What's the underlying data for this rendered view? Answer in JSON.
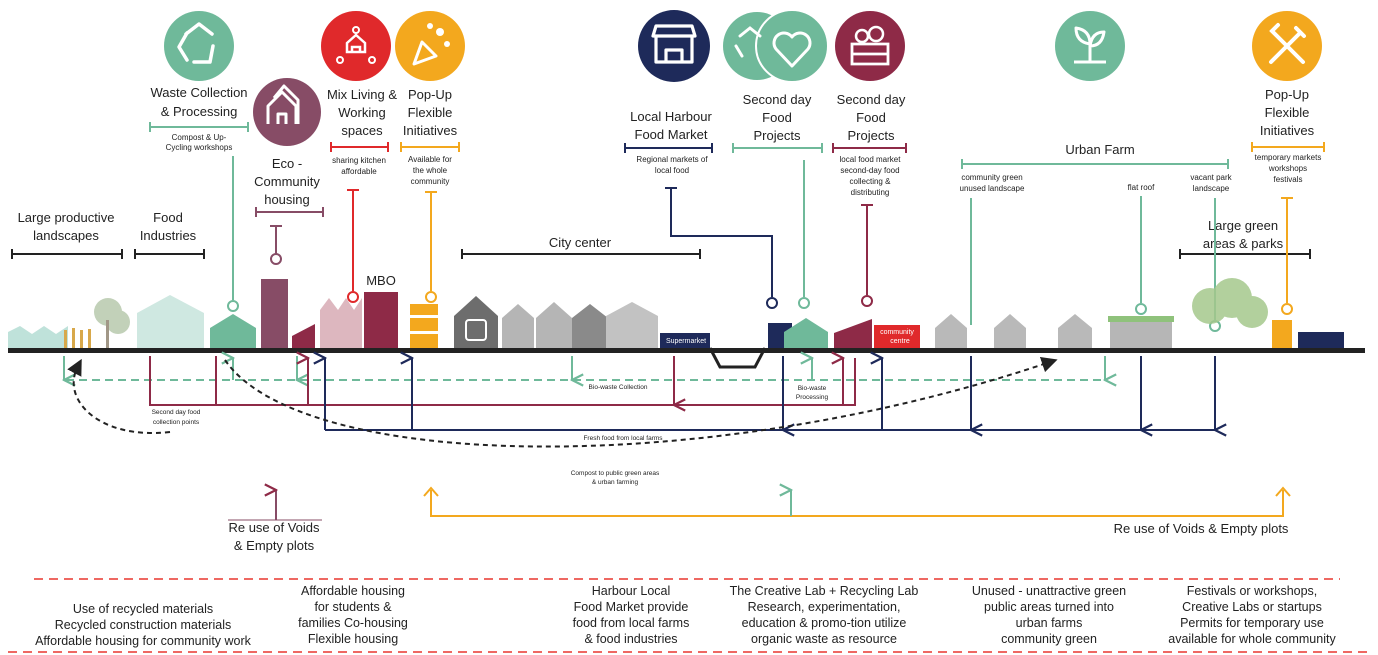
{
  "colors": {
    "green": "#6fb99a",
    "maroon": "#8e2a47",
    "red": "#e0292b",
    "yellow": "#f3a81e",
    "navy": "#1e2a5a",
    "plum": "#874c66",
    "dashed_red": "#e8372f"
  },
  "icons": {
    "waste": "recycle-icon",
    "eco": "house-icon",
    "mix": "house-network-icon",
    "popup": "party-popper-icon",
    "market": "market-stall-icon",
    "second_day": "recycle-heart-icon",
    "second_day_b": "vegetable-crate-icon",
    "urban_farm": "sprout-icon",
    "popup_right": "tools-icon"
  },
  "labels": {
    "waste_title": [
      "Waste Collection",
      "& Processing"
    ],
    "waste_sub": [
      "Compost & Up-",
      "Cycling workshops"
    ],
    "eco_title": [
      "Eco -",
      "Community",
      "housing"
    ],
    "mix_title": [
      "Mix Living &",
      "Working",
      "spaces"
    ],
    "mix_sub": [
      "sharing kitchen",
      "affordable"
    ],
    "popup_title": [
      "Pop-Up",
      "Flexible",
      "Initiatives"
    ],
    "popup_sub": [
      "Available for",
      "the whole",
      "community"
    ],
    "large_prod": [
      "Large productive",
      "landscapes"
    ],
    "food_ind": [
      "Food",
      "Industries"
    ],
    "mbo": "MBO",
    "city_center": "City center",
    "harbour_title": [
      "Local Harbour",
      "Food Market"
    ],
    "harbour_sub": [
      "Regional markets of",
      "local food"
    ],
    "second_a": [
      "Second day",
      "Food",
      "Projects"
    ],
    "second_b": [
      "Second day",
      "Food",
      "Projects"
    ],
    "second_b_sub": [
      "local food market",
      "second-day food",
      "collecting &",
      "distributing"
    ],
    "urban_farm": "Urban Farm",
    "uf_community": [
      "community green",
      "unused landscape"
    ],
    "uf_flat": "flat roof",
    "uf_vacant": [
      "vacant park",
      "landscape"
    ],
    "popup_r_title": [
      "Pop-Up",
      "Flexible",
      "Initiatives"
    ],
    "popup_r_sub": [
      "temporary markets",
      "workshops",
      "festivals"
    ],
    "large_green": [
      "Large green",
      "areas & parks"
    ],
    "supermarket": "Supermarket",
    "community_centre": [
      "community",
      "centre"
    ]
  },
  "flows": {
    "second_day_collection": [
      "Second day food",
      "collection points"
    ],
    "bio_collection": "Bio-waste Collection",
    "bio_processing": [
      "Bio-waste",
      "Processing"
    ],
    "fresh_food": "Fresh food from local farms",
    "compost": [
      "Compost to public green areas",
      "& urban farming"
    ],
    "reuse_left": [
      "Re use of Voids",
      "& Empty plots"
    ],
    "reuse_right": "Re use of Voids &  Empty plots"
  },
  "bottom": [
    [
      "Use of recycled materials",
      "Recycled construction materials",
      "Affordable housing for community work"
    ],
    [
      "Affordable  housing",
      "for students  &",
      "families Co-housing",
      "Flexible housing"
    ],
    [
      "Harbour Local",
      "Food Market provide",
      "food from local farms",
      "& food industries"
    ],
    [
      "The Creative Lab + Recycling Lab",
      "Research, experimentation,",
      "education & promo-tion utilize",
      "organic waste as resource"
    ],
    [
      "Unused - unattractive green",
      "public areas turned into",
      "urban farms",
      "community green"
    ],
    [
      "Festivals or workshops,",
      "Creative Labs or startups",
      "Permits for temporary use",
      "available for whole community"
    ]
  ]
}
